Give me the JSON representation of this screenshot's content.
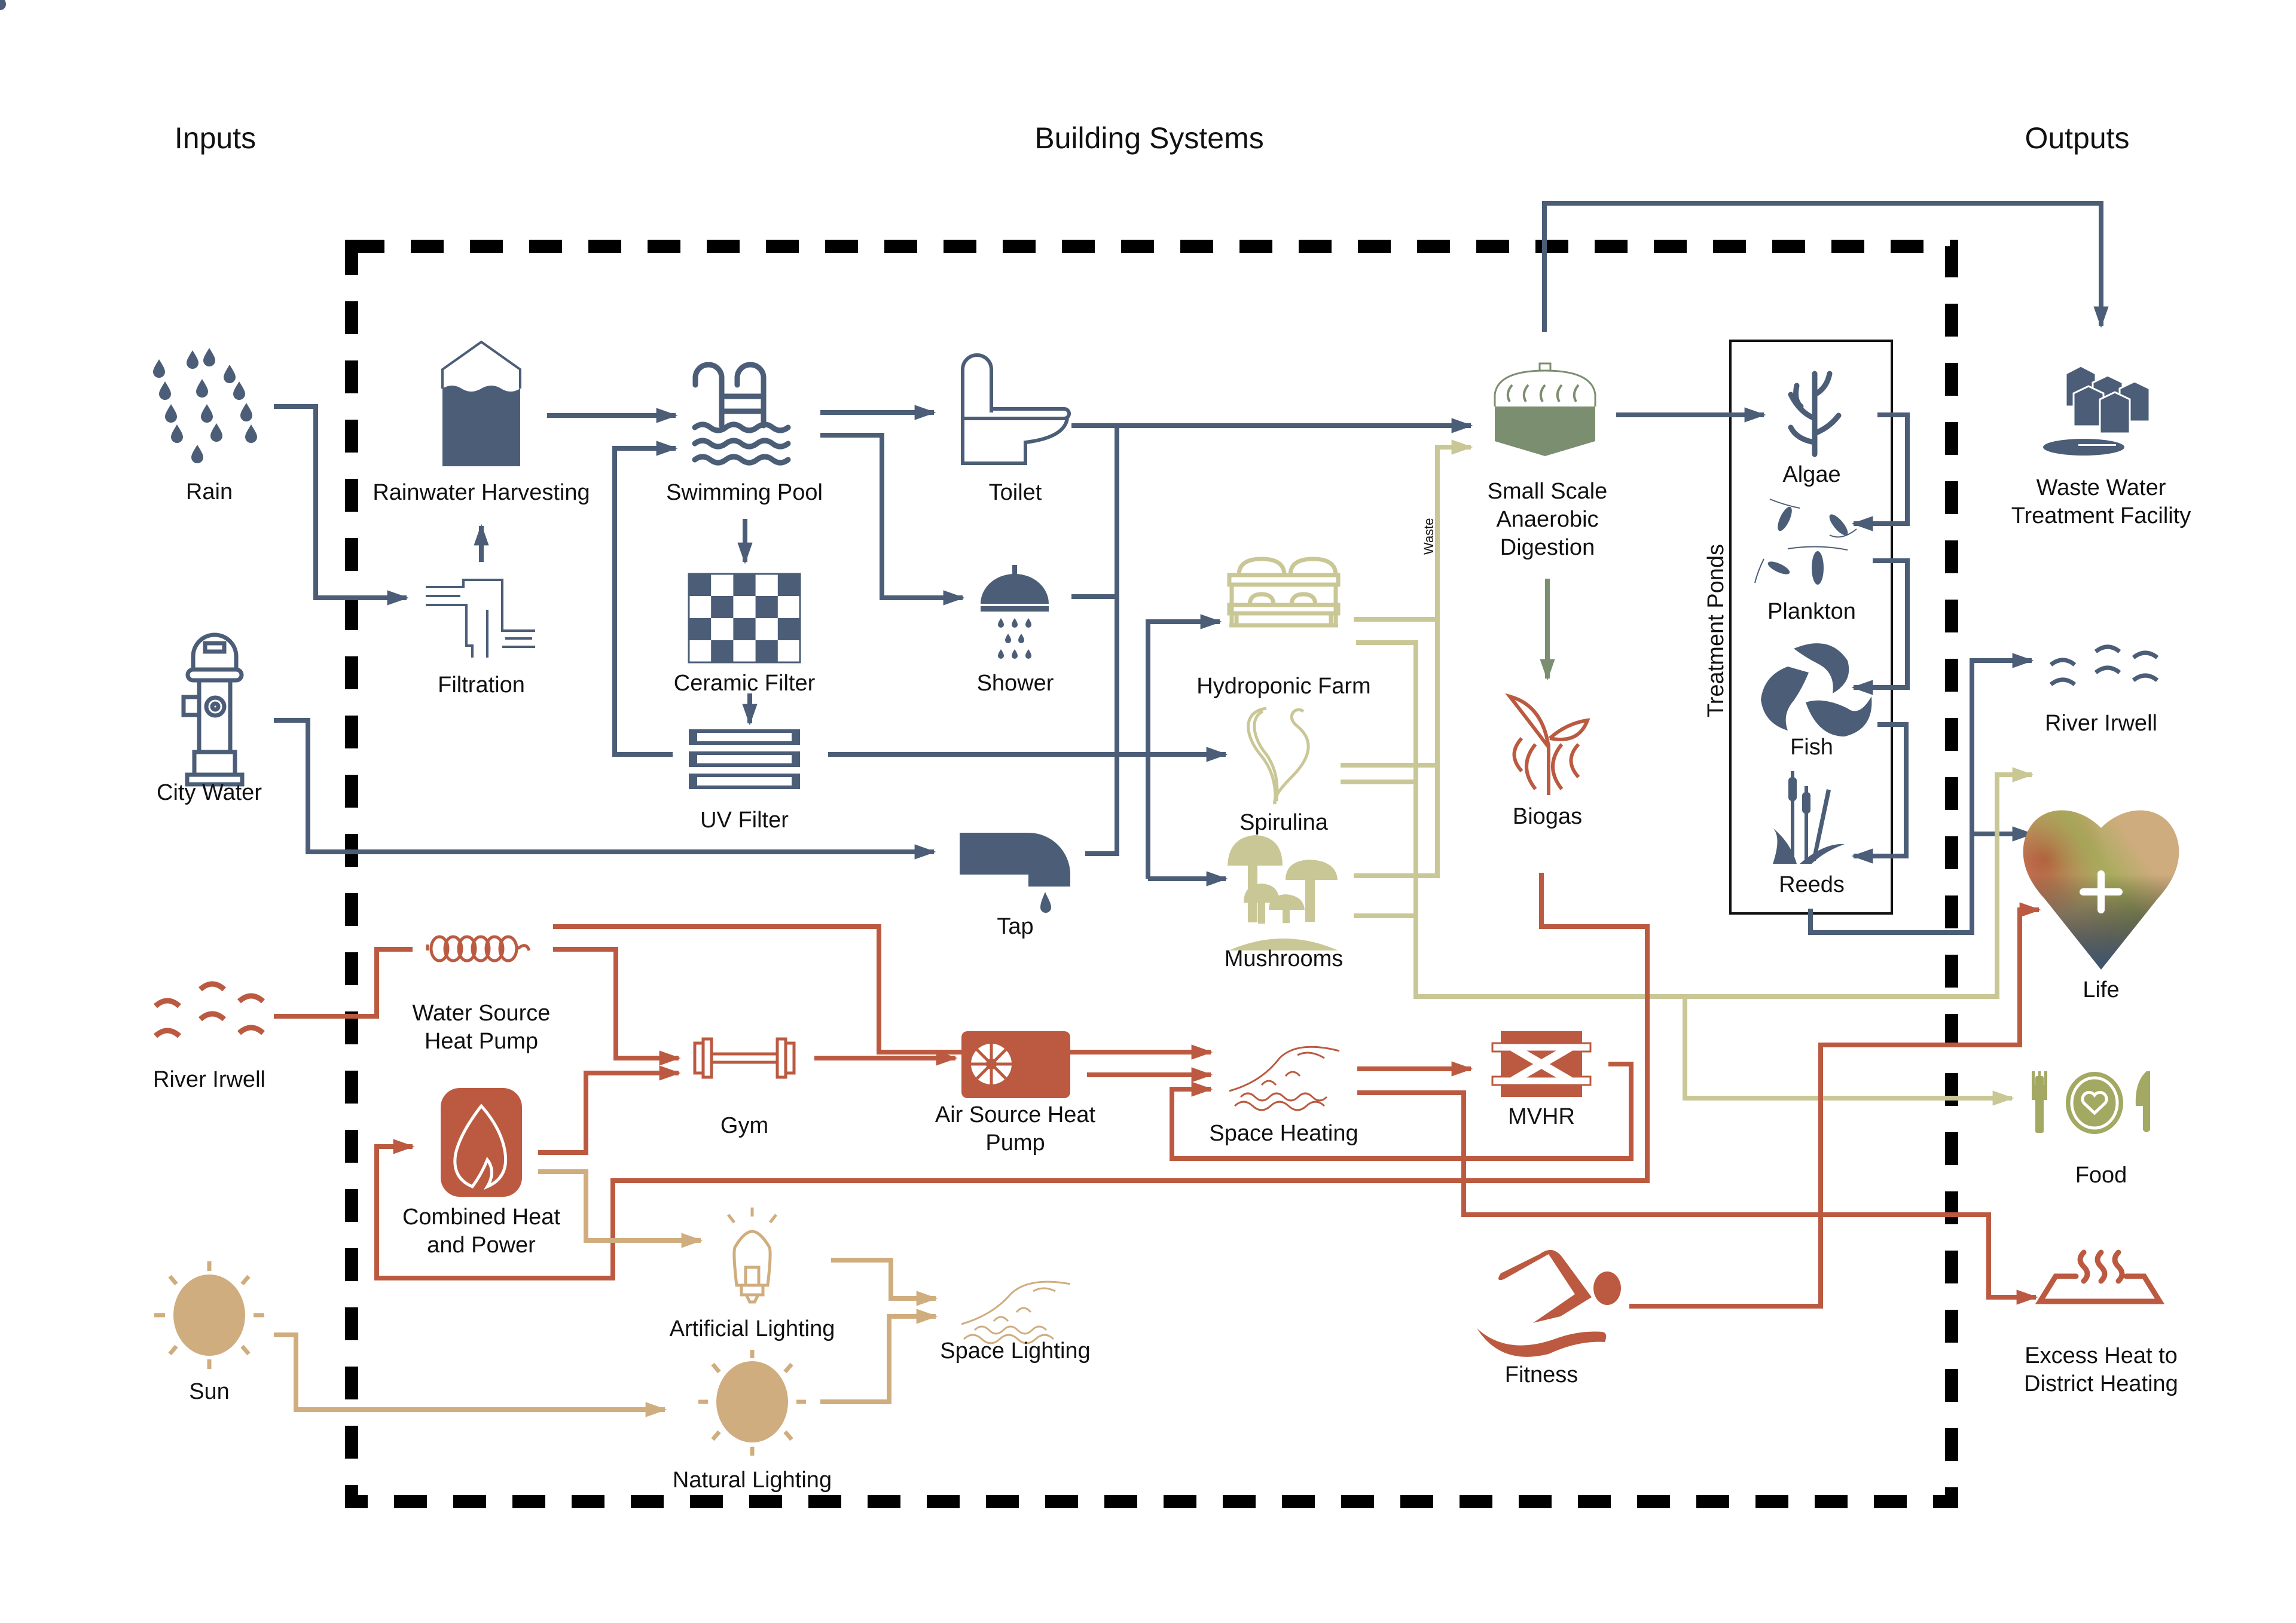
{
  "headers": {
    "inputs": "Inputs",
    "building_systems": "Building Systems",
    "outputs": "Outputs"
  },
  "colors": {
    "water": "#4b5d77",
    "heat": "#bb5a40",
    "light": "#d0ad7e",
    "bio": "#c9c795",
    "digestion": "#7b8e6f",
    "food": "#a3a862",
    "boundary": "#000000"
  },
  "inputs": [
    {
      "id": "rain",
      "label": "Rain",
      "icon": "rain-drops-icon"
    },
    {
      "id": "city_water",
      "label": "City Water",
      "icon": "fire-hydrant-icon"
    },
    {
      "id": "river_in",
      "label": "River Irwell",
      "icon": "river-waves-icon"
    },
    {
      "id": "sun",
      "label": "Sun",
      "icon": "sun-icon"
    }
  ],
  "systems": {
    "rainwater": {
      "label": "Rainwater Harvesting",
      "icon": "water-tank-icon"
    },
    "filtration": {
      "label": "Filtration",
      "icon": "filter-pipe-icon"
    },
    "pool": {
      "label": "Swimming Pool",
      "icon": "pool-ladder-icon"
    },
    "ceramic": {
      "label": "Ceramic Filter",
      "icon": "checker-filter-icon"
    },
    "uv": {
      "label": "UV Filter",
      "icon": "uv-filter-icon"
    },
    "toilet": {
      "label": "Toilet",
      "icon": "toilet-icon"
    },
    "shower": {
      "label": "Shower",
      "icon": "shower-icon"
    },
    "tap": {
      "label": "Tap",
      "icon": "tap-icon"
    },
    "hydroponic": {
      "label": "Hydroponic Farm",
      "icon": "hydroponic-shelf-icon"
    },
    "spirulina": {
      "label": "Spirulina",
      "icon": "spirulina-icon"
    },
    "mushrooms": {
      "label": "Mushrooms",
      "icon": "mushrooms-icon"
    },
    "digestion": {
      "label_lines": [
        "Small Scale",
        "Anaerobic",
        "Digestion"
      ],
      "icon": "digester-tank-icon"
    },
    "biogas": {
      "label": "Biogas",
      "icon": "biogas-sprout-icon"
    },
    "waste_label": "Waste",
    "ponds": {
      "title": "Treatment Ponds",
      "items": [
        {
          "label": "Algae",
          "icon": "algae-icon"
        },
        {
          "label": "Plankton",
          "icon": "plankton-icon"
        },
        {
          "label": "Fish",
          "icon": "fish-icon"
        },
        {
          "label": "Reeds",
          "icon": "reeds-icon"
        }
      ]
    },
    "wshp": {
      "label_lines": [
        "Water Source",
        "Heat Pump"
      ],
      "icon": "coil-icon"
    },
    "chp": {
      "label_lines": [
        "Combined Heat",
        "and Power"
      ],
      "icon": "flame-icon"
    },
    "gym": {
      "label": "Gym",
      "icon": "dumbbell-icon"
    },
    "ashp": {
      "label_lines": [
        "Air Source Heat",
        "Pump"
      ],
      "icon": "fan-unit-icon"
    },
    "space_heating": {
      "label": "Space Heating",
      "icon": "heat-waves-icon"
    },
    "mvhr": {
      "label": "MVHR",
      "icon": "mvhr-exchanger-icon"
    },
    "fitness": {
      "label": "Fitness",
      "icon": "swimmer-icon"
    },
    "artificial_lighting": {
      "label": "Artificial Lighting",
      "icon": "light-bulb-icon"
    },
    "natural_lighting": {
      "label": "Natural Lighting",
      "icon": "sun-icon"
    },
    "space_lighting": {
      "label": "Space Lighting",
      "icon": "light-waves-icon"
    }
  },
  "outputs": [
    {
      "id": "wwtf",
      "label_lines": [
        "Waste Water",
        "Treatment Facility"
      ],
      "icon": "treatment-tanks-icon"
    },
    {
      "id": "river_out",
      "label": "River Irwell",
      "icon": "river-waves-icon"
    },
    {
      "id": "life",
      "label": "Life",
      "icon": "heart-plus-icon"
    },
    {
      "id": "food",
      "label": "Food",
      "icon": "plate-cutlery-icon"
    },
    {
      "id": "district",
      "label_lines": [
        "Excess Heat to",
        "District Heating"
      ],
      "icon": "heat-tray-icon"
    }
  ]
}
